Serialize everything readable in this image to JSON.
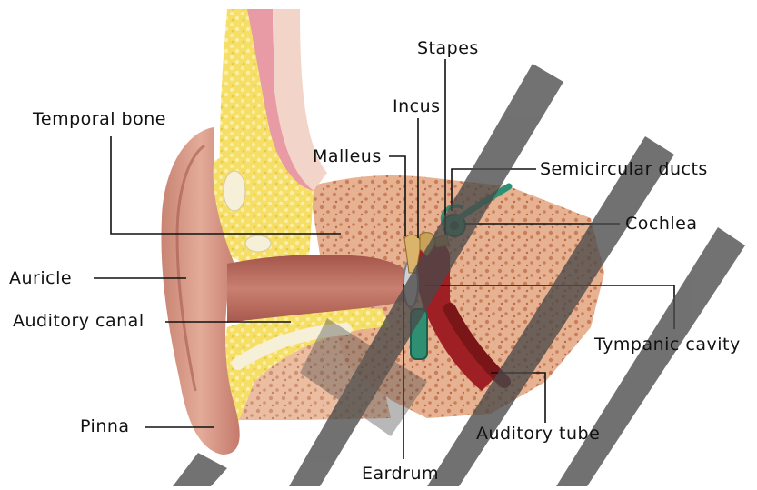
{
  "labels": {
    "stapes": "Stapes",
    "incus": "Incus",
    "temporal_bone": "Temporal bone",
    "malleus": "Malleus",
    "semicircular_ducts": "Semicircular ducts",
    "cochlea": "Cochlea",
    "auricle": "Auricle",
    "auditory_canal": "Auditory canal",
    "tympanic_cavity": "Tympanic cavity",
    "pinna": "Pinna",
    "auditory_tube": "Auditory tube",
    "eardrum": "Eardrum"
  },
  "colors": {
    "skin": "#d99a86",
    "skin_dark": "#b8675a",
    "fat": "#f3dc5a",
    "bone": "#f6f0d8",
    "spongy_bone": "#e6b08f",
    "muscle": "#e79aa4",
    "cavity": "#9e1f24",
    "eustachian": "#2f8f73",
    "watermark": "#4a4a4a"
  }
}
